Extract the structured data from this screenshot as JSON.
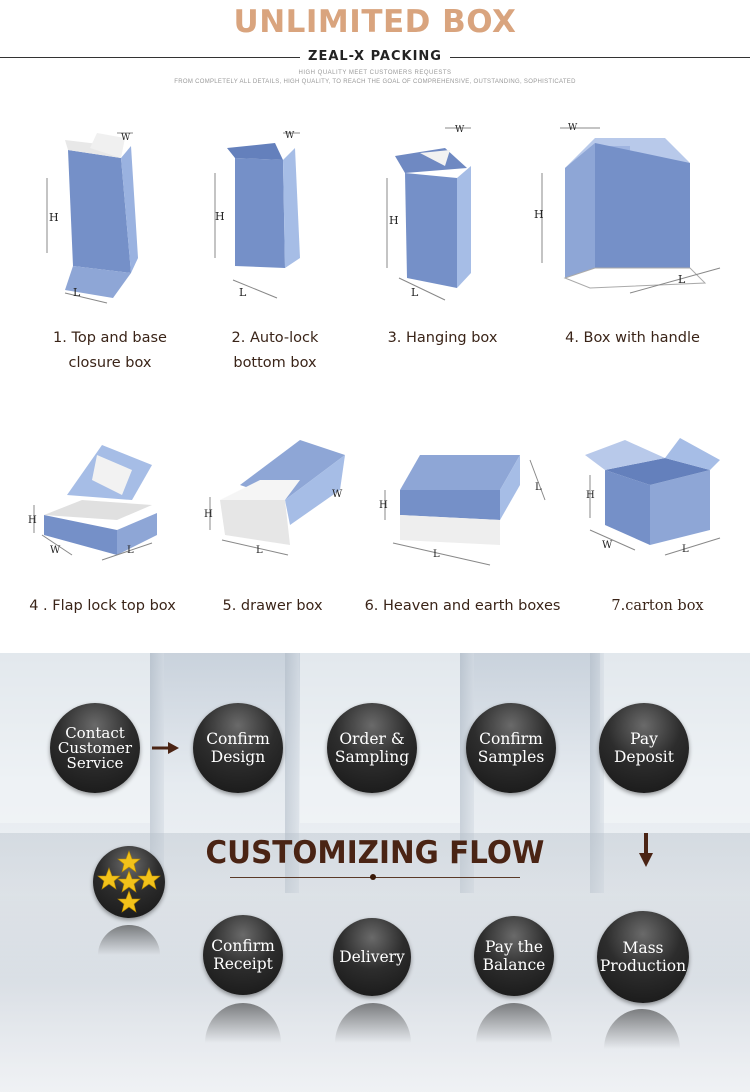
{
  "header": {
    "title": "UNLIMITED BOX",
    "subtitle": "ZEAL-X PACKING",
    "tagline_1": "HIGH QUALITY MEET CUSTOMERS REQUESTS",
    "tagline_2": "FROM COMPLETELY ALL DETAILS, HIGH QUALITY, TO REACH THE GOAL OF COMPREHENSIVE, OUTSTANDING, SOPHISTICATED"
  },
  "box_types": [
    {
      "label": "1. Top and base\nclosure box"
    },
    {
      "label": "2. Auto-lock\nbottom box"
    },
    {
      "label": "3. Hanging box"
    },
    {
      "label": "4. Box with handle"
    },
    {
      "label": "4 . Flap lock top box"
    },
    {
      "label": "5. drawer box"
    },
    {
      "label": "6. Heaven and earth boxes"
    },
    {
      "label": "7.carton box"
    }
  ],
  "dimension_labels": {
    "h": "H",
    "w": "W",
    "l": "L"
  },
  "flow": {
    "title": "CUSTOMIZING FLOW",
    "steps_row1": [
      {
        "label": "Contact\nCustomer\nService"
      },
      {
        "label": "Confirm\nDesign"
      },
      {
        "label": "Order &\nSampling"
      },
      {
        "label": "Confirm\nSamples"
      },
      {
        "label": "Pay\nDeposit"
      }
    ],
    "steps_row2": [
      {
        "label": "Confirm\nReceipt"
      },
      {
        "label": "Delivery"
      },
      {
        "label": "Pay the\nBalance"
      },
      {
        "label": "Mass\nProduction"
      }
    ],
    "colors": {
      "title": "#4a2414",
      "circle": "#2d2d2d",
      "arrow": "#4a2414",
      "star": "#f2c21a"
    }
  },
  "colors": {
    "title": "#d9a47e",
    "box_blue": "#8ea6d6",
    "box_dark": "#6f89c2",
    "label": "#3a2418"
  }
}
